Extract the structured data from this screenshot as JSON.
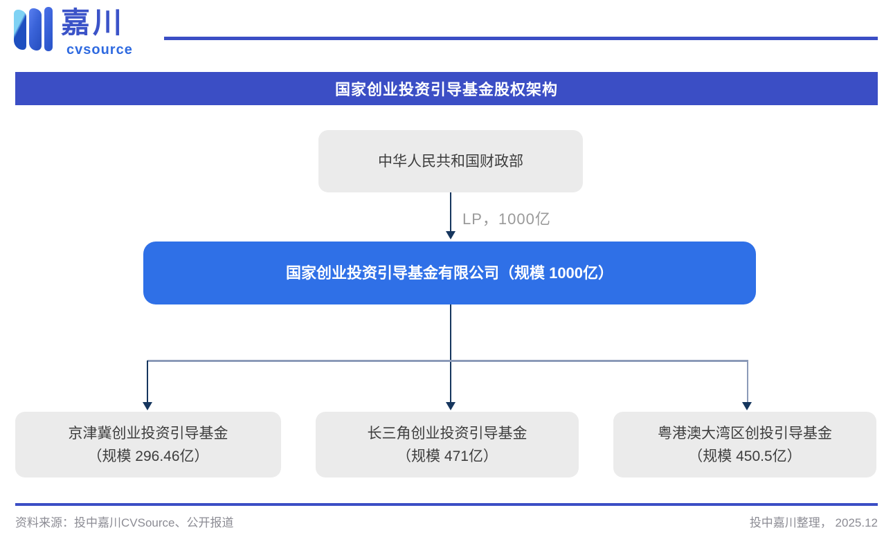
{
  "brand": {
    "name": "嘉川",
    "subname": "cvsource"
  },
  "banner": {
    "title": "国家创业投资引导基金股权架构"
  },
  "diagram": {
    "parent": "中华人民共和国财政部",
    "edge_label": "LP，1000亿",
    "main_entity": "国家创业投资引导基金有限公司（规模 1000亿）",
    "children": [
      {
        "name": "京津冀创业投资引导基金",
        "scale": "（规模 296.46亿）"
      },
      {
        "name": "长三角创业投资引导基金",
        "scale": "（规模 471亿）"
      },
      {
        "name": "粤港澳大湾区创投引导基金",
        "scale": "（规模 450.5亿）"
      }
    ]
  },
  "footer": {
    "source": "资料来源：投中嘉川CVSource、公开报道",
    "credit": "投中嘉川整理， 2025.12"
  },
  "colors": {
    "banner-blue": "#3B4EC5",
    "fund-blue": "#2F70E7",
    "navy": "#16365E",
    "slate": "#8B9AB8",
    "box-gray": "#EBEBEB",
    "box-text": "#3D3D3D",
    "label-gray": "#9A9A9A",
    "footer-gray": "#8C8C94",
    "logo-primary": "#3B53C8",
    "logo-accent": "#2F6AE0"
  }
}
